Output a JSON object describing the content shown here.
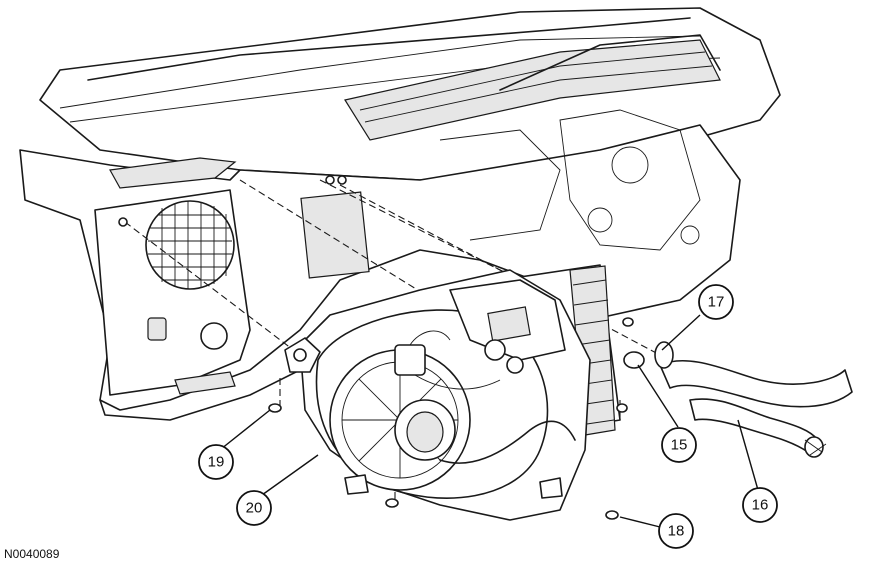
{
  "figure": {
    "reference_code": "N0040089",
    "callouts": [
      {
        "label": "15"
      },
      {
        "label": "16"
      },
      {
        "label": "17"
      },
      {
        "label": "18"
      },
      {
        "label": "19"
      },
      {
        "label": "20"
      }
    ]
  }
}
